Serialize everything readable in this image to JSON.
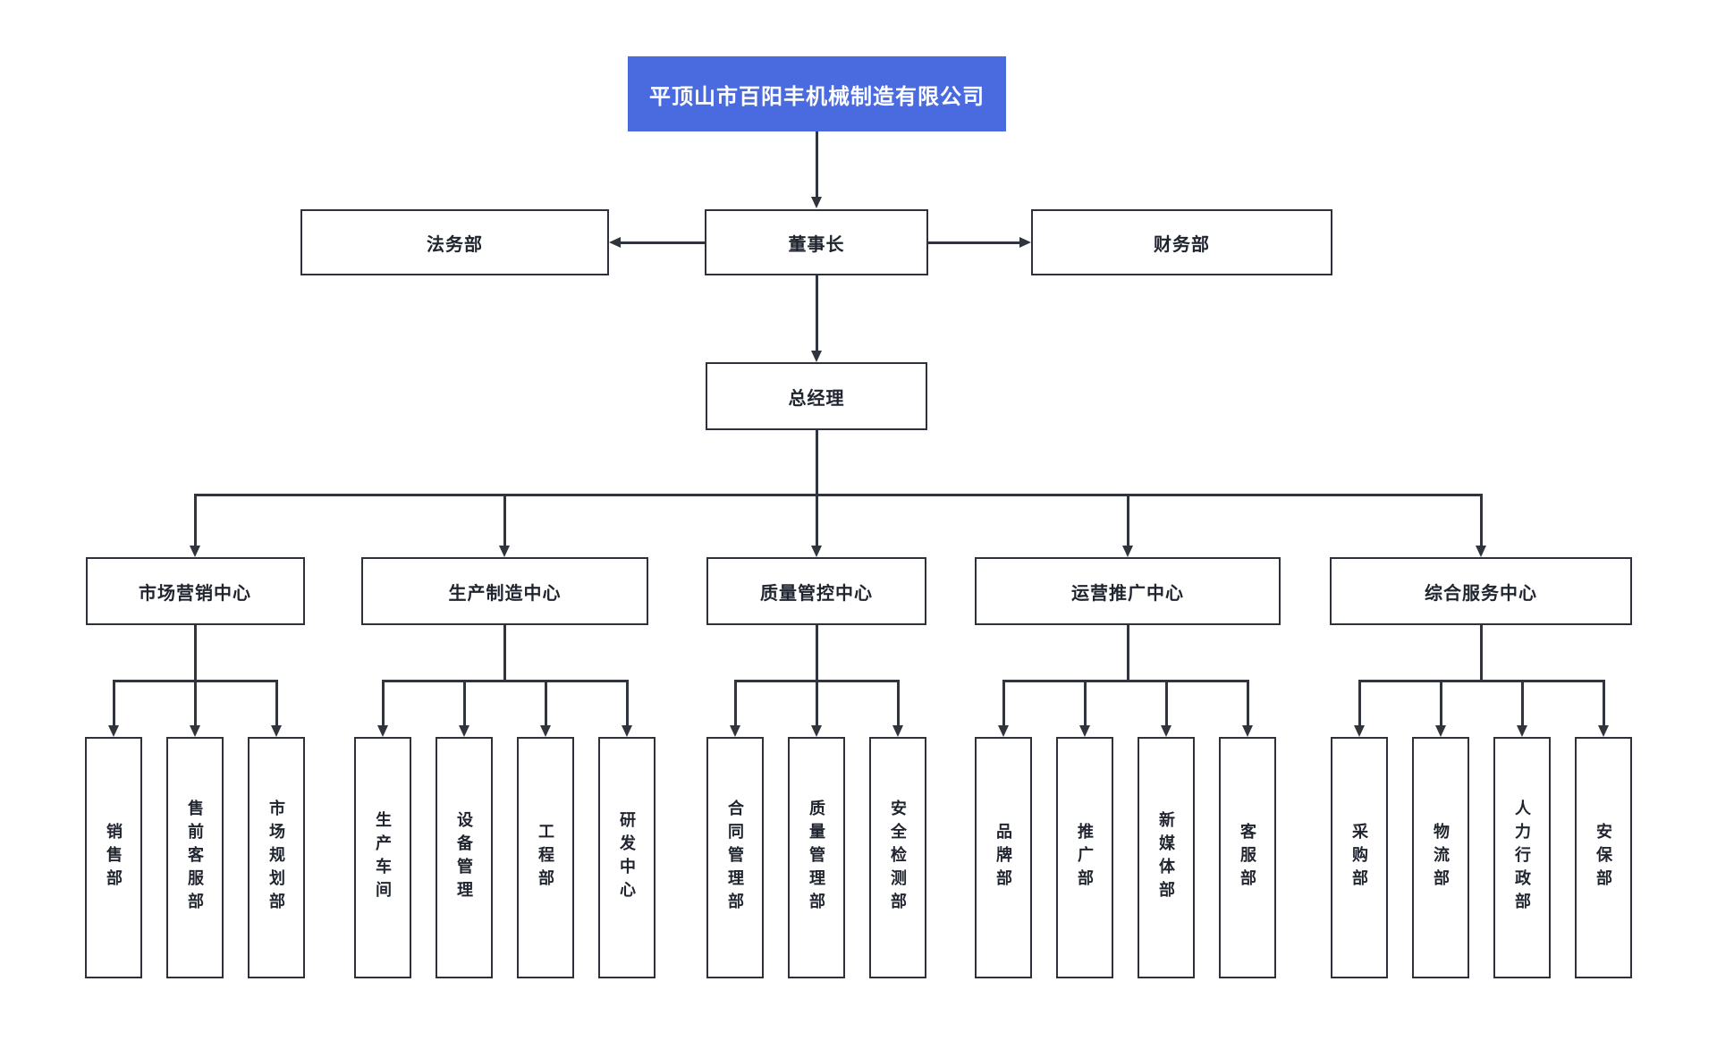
{
  "colors": {
    "accent": "#4a6be0",
    "line": "#30343c",
    "node_border": "#2c313b",
    "node_text": "#1f242e",
    "root_text": "#ffffff",
    "background": "#ffffff"
  },
  "org": {
    "company": "平顶山市百阳丰机械制造有限公司",
    "chairman": "董事长",
    "staff_left": "法务部",
    "staff_right": "财务部",
    "general_manager": "总经理",
    "centers": [
      {
        "label": "市场营销中心",
        "children": [
          "销售部",
          "售前客服部",
          "市场规划部"
        ]
      },
      {
        "label": "生产制造中心",
        "children": [
          "生产车间",
          "设备管理",
          "工程部",
          "研发中心"
        ]
      },
      {
        "label": "质量管控中心",
        "children": [
          "合同管理部",
          "质量管理部",
          "安全检测部"
        ]
      },
      {
        "label": "运营推广中心",
        "children": [
          "品牌部",
          "推广部",
          "新媒体部",
          "客服部"
        ]
      },
      {
        "label": "综合服务中心",
        "children": [
          "采购部",
          "物流部",
          "人力行政部",
          "安保部"
        ]
      }
    ]
  }
}
